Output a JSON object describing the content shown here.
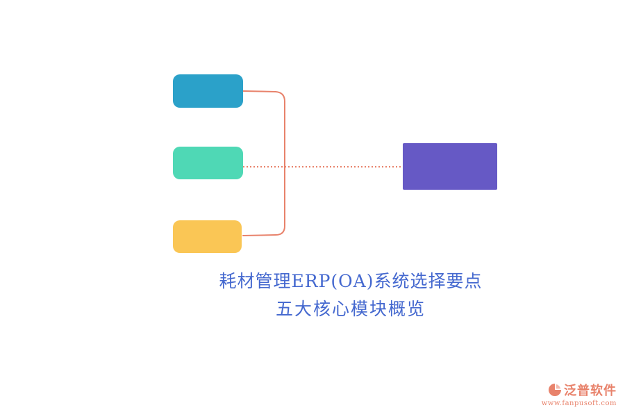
{
  "diagram": {
    "connector_color": "#E8826B",
    "boxes": {
      "top": {
        "color": "#2BA1C9"
      },
      "middle": {
        "color": "#4FD8B5"
      },
      "bottom": {
        "color": "#FAC655"
      },
      "right": {
        "color": "#6659C5"
      }
    }
  },
  "title": {
    "line1": "耗材管理ERP(OA)系统选择要点",
    "line2": "五大核心模块概览",
    "color": "#4468CF"
  },
  "footer": {
    "brand": "泛普软件",
    "url": "www.fanpusoft.com",
    "color": "#E8826B"
  }
}
